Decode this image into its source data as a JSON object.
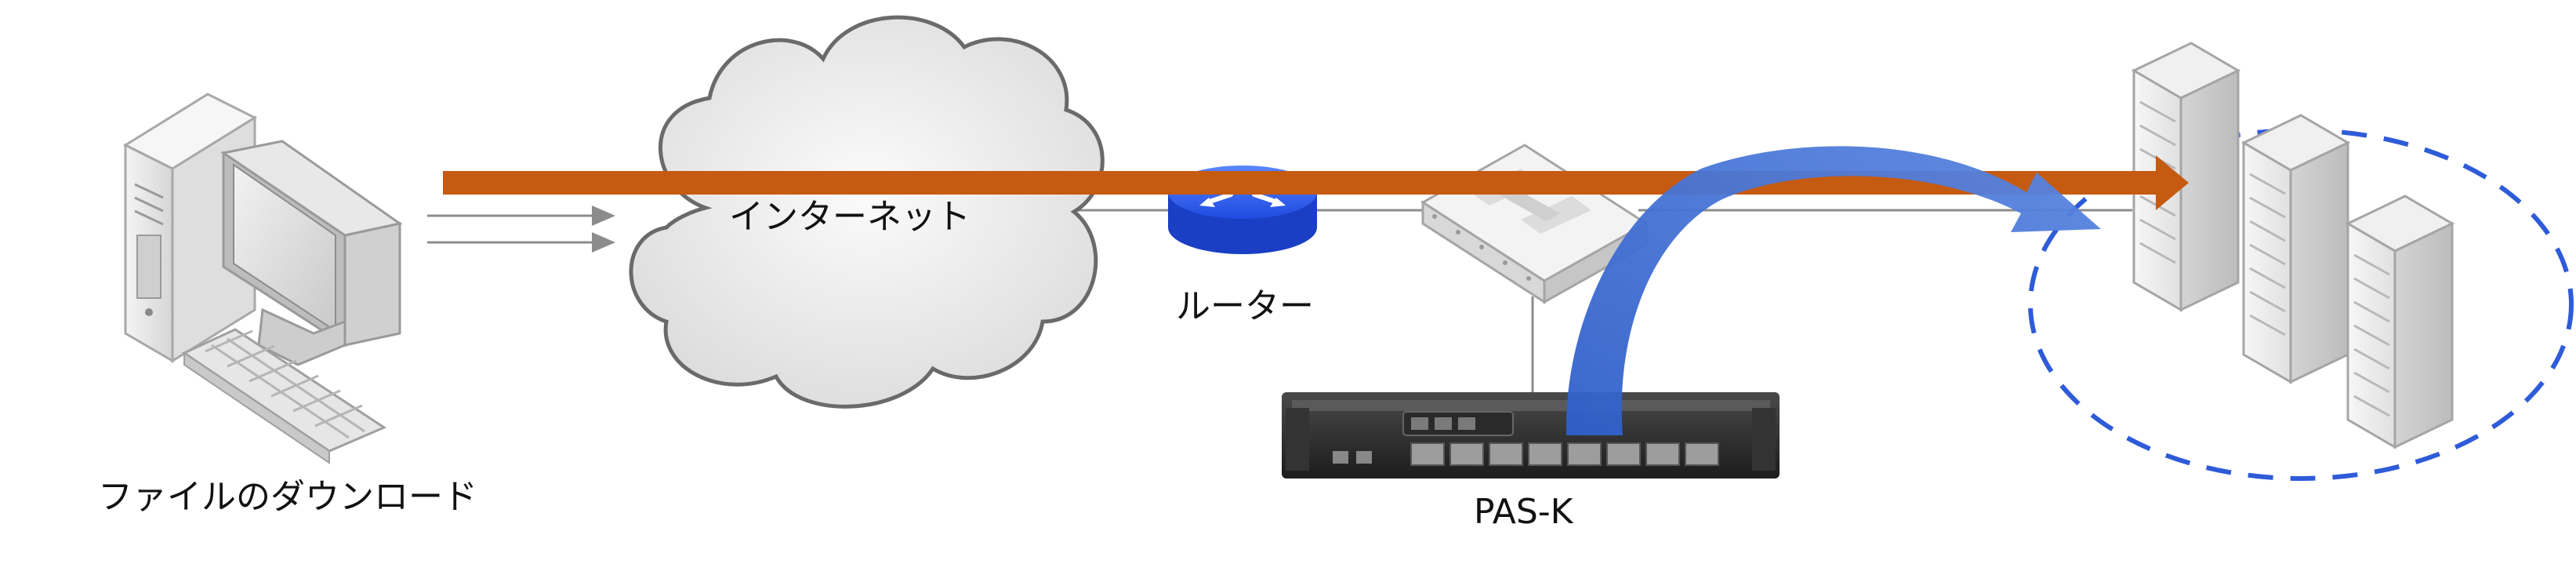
{
  "labels": {
    "pc": "ファイルのダウンロード",
    "internet": "インターネット",
    "router": "ルーター",
    "device": "PAS-K"
  },
  "colors": {
    "download_arrow": "#c55a11",
    "redirect_arrow": "#4472c4",
    "server_group_outline": "#2e5bd8",
    "link_line": "#8c8c8c"
  },
  "icons": {
    "pc": "desktop-computer-icon",
    "cloud": "cloud-icon",
    "router": "router-icon",
    "switch": "network-switch-icon",
    "appliance": "rack-appliance-icon",
    "servers": "server-tower-icon"
  }
}
